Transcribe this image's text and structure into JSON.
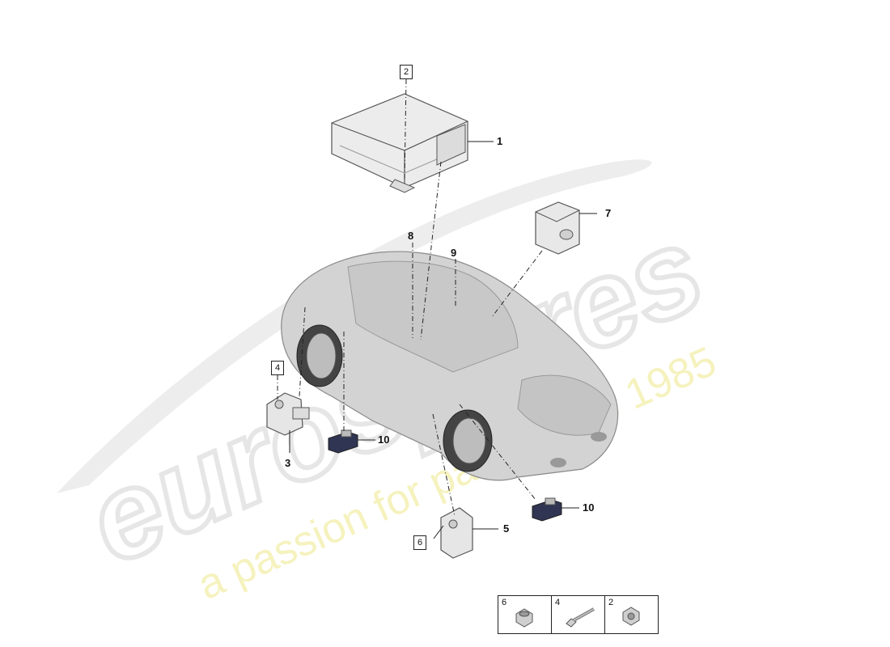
{
  "watermark": {
    "brand": "eurospares",
    "tagline": "a passion for parts since 1985"
  },
  "callouts": {
    "p1": "1",
    "p2_box": "2",
    "p3": "3",
    "p4_box": "4",
    "p5": "5",
    "p6_box": "6",
    "p7": "7",
    "p8": "8",
    "p9": "9",
    "p10_left": "10",
    "p10_right": "10"
  },
  "hardware_table": [
    {
      "number": "6",
      "icon": "nut-icon"
    },
    {
      "number": "4",
      "icon": "bolt-icon"
    },
    {
      "number": "2",
      "icon": "hex-nut-icon"
    }
  ],
  "colors": {
    "watermark_grey": "#e6e6e6",
    "watermark_yellow": "#f3f0b0",
    "part_fill": "#e9e9e9",
    "part_stroke": "#555555",
    "car_body": "#cfcfcf",
    "sensor_dark": "#2a2f4a"
  }
}
